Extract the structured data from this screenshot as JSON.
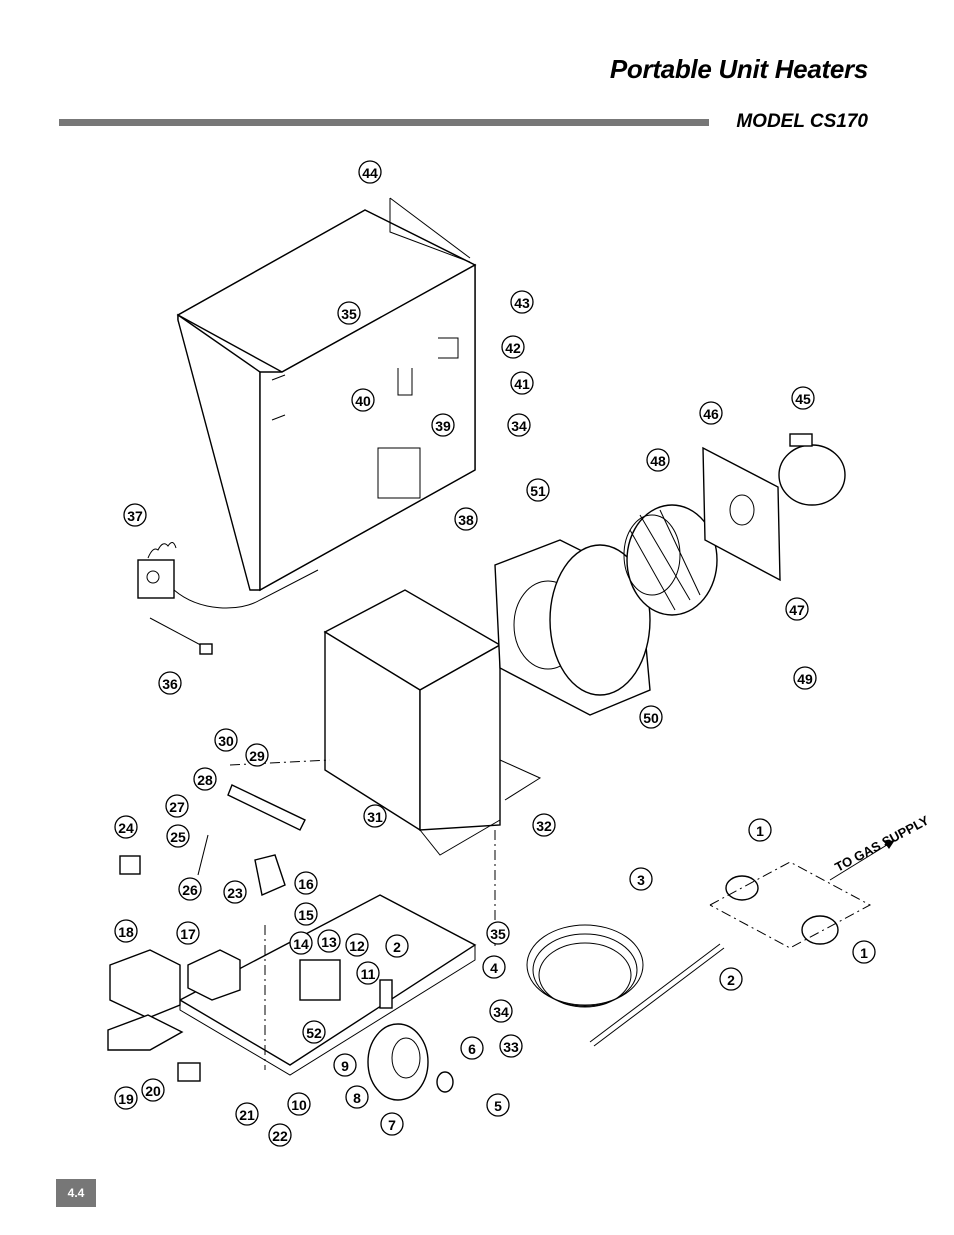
{
  "header": {
    "title": "Portable Unit Heaters",
    "model": "MODEL CS170"
  },
  "gas_label": "TO GAS SUPPLY",
  "page_number": "4.4",
  "callouts": [
    "44",
    "43",
    "35",
    "42",
    "41",
    "40",
    "34",
    "39",
    "38",
    "46",
    "45",
    "48",
    "51",
    "37",
    "47",
    "49",
    "50",
    "36",
    "30",
    "29",
    "28",
    "31",
    "27",
    "24",
    "25",
    "32",
    "26",
    "23",
    "16",
    "15",
    "1",
    "3",
    "18",
    "17",
    "14",
    "13",
    "12",
    "2",
    "35",
    "4",
    "11",
    "34",
    "52",
    "33",
    "6",
    "9",
    "8",
    "5",
    "20",
    "19",
    "21",
    "10",
    "7",
    "22",
    "2",
    "1"
  ]
}
